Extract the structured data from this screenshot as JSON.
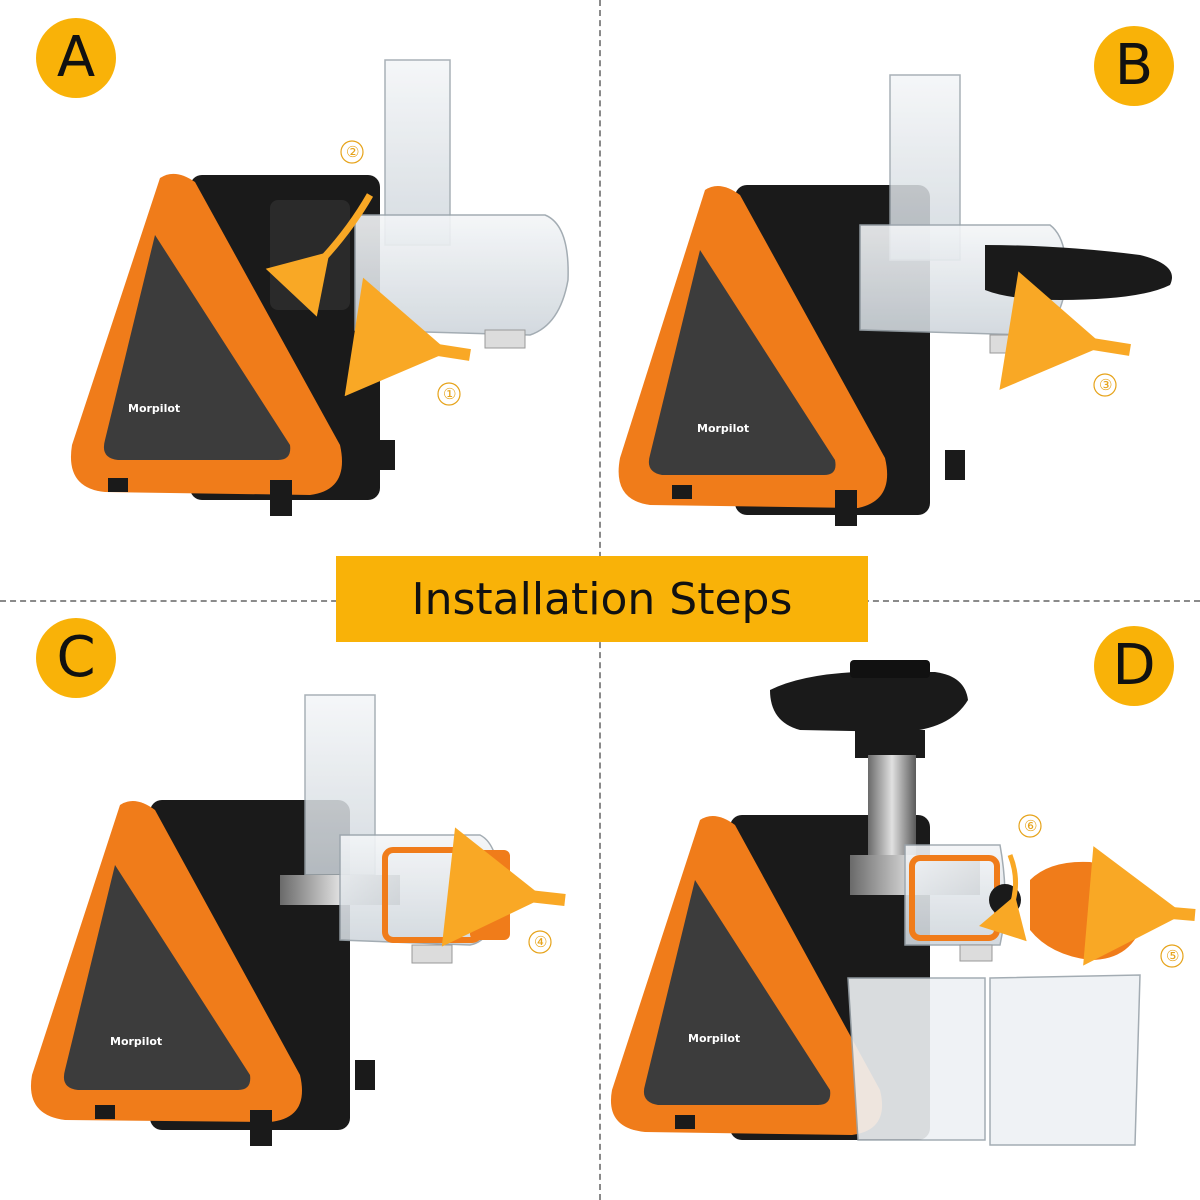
{
  "title": "Installation Steps",
  "brand": "Morpilot",
  "panels": [
    {
      "letter": "A",
      "callouts": [
        "②",
        "①"
      ]
    },
    {
      "letter": "B",
      "callouts": [
        "③"
      ]
    },
    {
      "letter": "C",
      "callouts": [
        "④"
      ]
    },
    {
      "letter": "D",
      "callouts": [
        "⑥",
        "⑤"
      ]
    }
  ],
  "colors": {
    "accent": "#f9b208",
    "body_orange": "#f07c1a",
    "body_black": "#1a1a1a",
    "panel_grey": "#3c3c3c",
    "callout": "#e6a31a"
  }
}
